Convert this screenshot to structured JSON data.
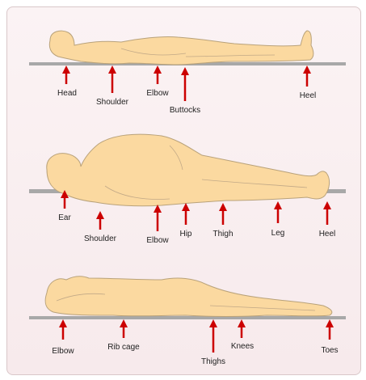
{
  "diagram": {
    "colors": {
      "body": "#fbd9a0",
      "outline": "#b9a27a",
      "surface": "#a8a8a8",
      "arrow": "#cc0000",
      "panel": "#f8edef"
    },
    "positions": [
      {
        "name": "supine",
        "points": [
          "Head",
          "Shoulder",
          "Elbow",
          "Buttocks",
          "Heel"
        ]
      },
      {
        "name": "lateral",
        "points": [
          "Ear",
          "Shoulder",
          "Elbow",
          "Hip",
          "Thigh",
          "Leg",
          "Heel"
        ]
      },
      {
        "name": "prone",
        "points": [
          "Elbow",
          "Rib cage",
          "Thighs",
          "Knees",
          "Toes"
        ]
      }
    ]
  }
}
